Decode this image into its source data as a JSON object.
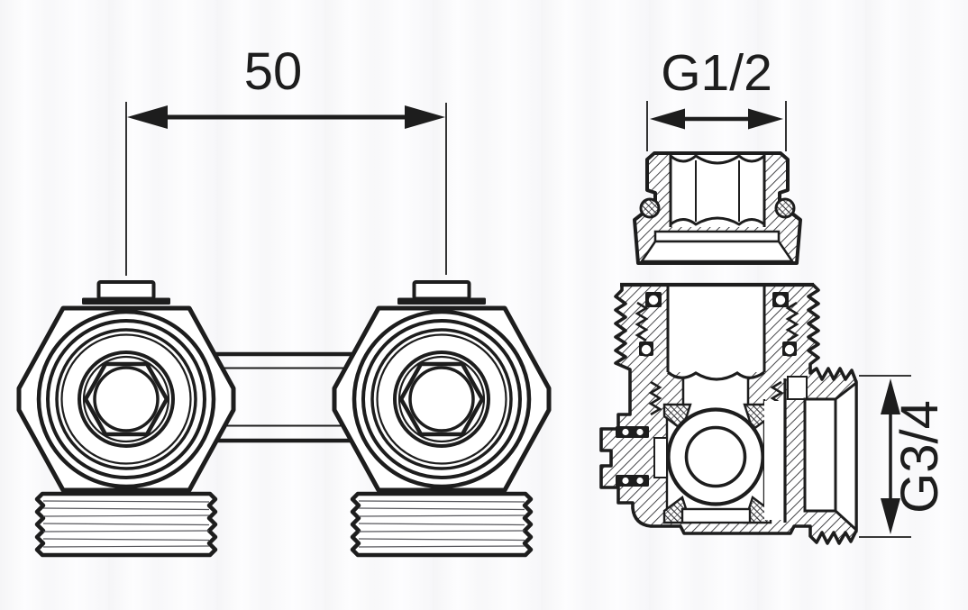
{
  "page": {
    "background": "#fdfdfe",
    "drawing_color": "#1d1d1d"
  },
  "labels": {
    "center_distance": "50",
    "top_thread": "G1/2",
    "side_thread": "G3/4"
  }
}
